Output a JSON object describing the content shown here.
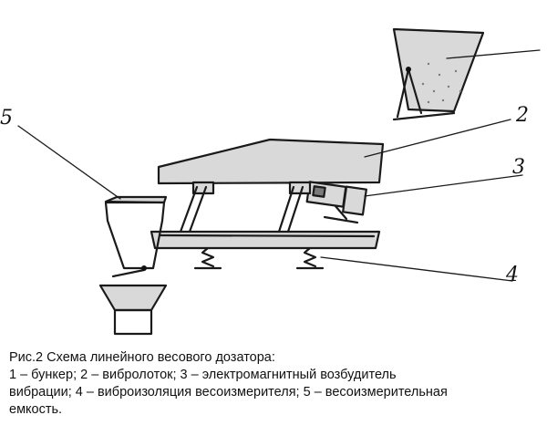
{
  "callouts": {
    "c2": "2",
    "c3": "3",
    "c4": "4",
    "c5": "5"
  },
  "caption": {
    "line1": "Рис.2 Схема линейного весового дозатора:",
    "line2": "1 – бункер; 2 – вибролоток; 3 – электромагнитный возбудитель",
    "line3": "вибрации; 4 – виброизоляция весоизмерителя; 5 – весоизмерительная",
    "line4": "емкость."
  }
}
